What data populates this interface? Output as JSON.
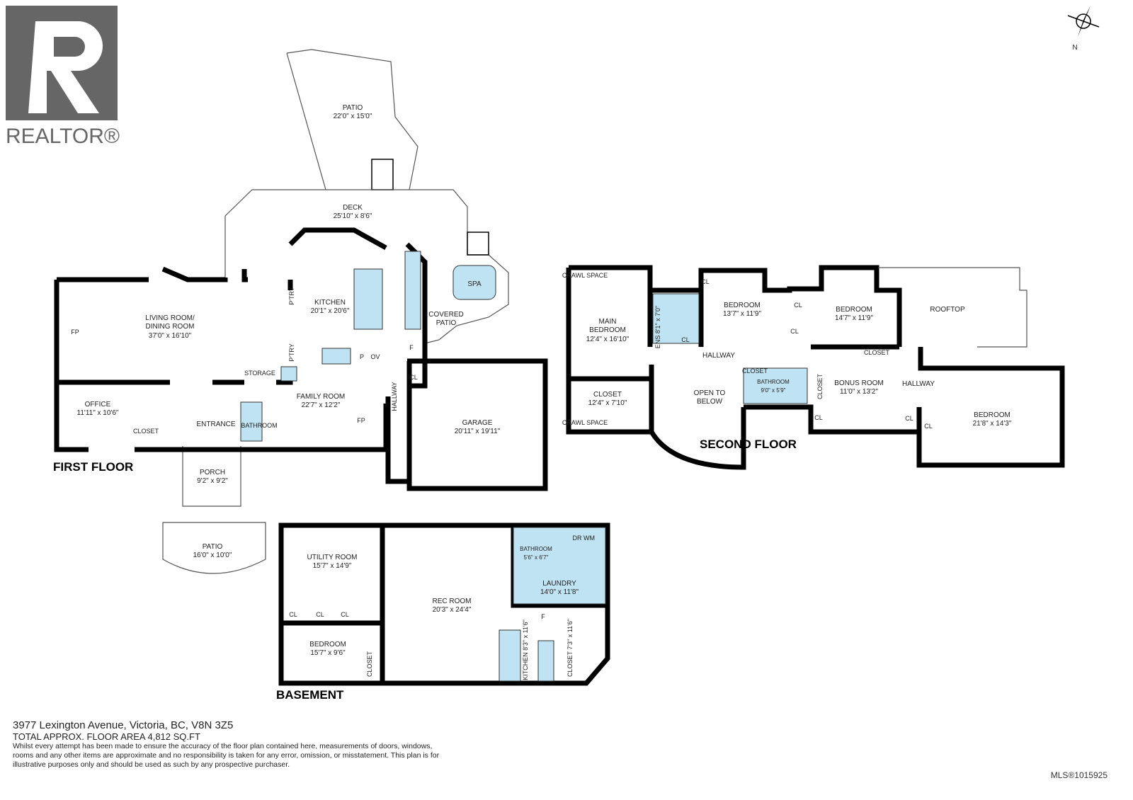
{
  "logo": {
    "text": "REALTOR®",
    "color": "#666666"
  },
  "compass": {
    "label": "N"
  },
  "colors": {
    "wall": "#000000",
    "fixture": "#bfe3f2"
  },
  "floors": {
    "first": "FIRST FLOOR",
    "second": "SECOND FLOOR",
    "basement": "BASEMENT"
  },
  "rooms": [
    {
      "name": "PATIO",
      "dims": "22'0\" x 15'0\""
    },
    {
      "name": "DECK",
      "dims": "25'10\" x 8'6\""
    },
    {
      "name": "SPA",
      "dims": ""
    },
    {
      "name": "COVERED",
      "dims": "PATIO"
    },
    {
      "name": "KITCHEN",
      "dims": "20'1\" x 20'6\""
    },
    {
      "name": "LIVING ROOM/",
      "dims": "DINING ROOM"
    },
    {
      "name": "37'0\" x 16'10\"",
      "dims": ""
    },
    {
      "name": "OFFICE",
      "dims": "11'11\" x 10'6\""
    },
    {
      "name": "ENTRANCE",
      "dims": ""
    },
    {
      "name": "FAMILY ROOM",
      "dims": "22'7\" x 12'2\""
    },
    {
      "name": "GARAGE",
      "dims": "20'11\" x 19'11\""
    },
    {
      "name": "PORCH",
      "dims": "9'2\" x 9'2\""
    },
    {
      "name": "PATIO",
      "dims": "16'0\" x 10'0\""
    },
    {
      "name": "MAIN",
      "dims": "BEDROOM"
    },
    {
      "name": "12'4\" x 16'10\"",
      "dims": ""
    },
    {
      "name": "BEDROOM",
      "dims": "13'7\" x 11'9\""
    },
    {
      "name": "BEDROOM",
      "dims": "14'7\" x 11'9\""
    },
    {
      "name": "ROOFTOP",
      "dims": ""
    },
    {
      "name": "HALLWAY",
      "dims": ""
    },
    {
      "name": "CLOSET",
      "dims": "12'4\" x 7'10\""
    },
    {
      "name": "OPEN TO",
      "dims": "BELOW"
    },
    {
      "name": "BONUS ROOM",
      "dims": "11'0\" x 13'2\""
    },
    {
      "name": "HALLWAY",
      "dims": ""
    },
    {
      "name": "BEDROOM",
      "dims": "21'8\" x 14'3\""
    },
    {
      "name": "UTILITY ROOM",
      "dims": "15'7\" x 14'9\""
    },
    {
      "name": "REC ROOM",
      "dims": "20'3\" x 24'4\""
    },
    {
      "name": "LAUNDRY",
      "dims": "14'0\" x 11'8\""
    },
    {
      "name": "BEDROOM",
      "dims": "15'7\" x 9'6\""
    },
    {
      "name": "BATHROOM",
      "dims": "5'6\" x 6'7\""
    },
    {
      "name": "BATHROOM",
      "dims": "9'0\" x 5'9\""
    }
  ],
  "small_labels": [
    "FP",
    "P'TRY",
    "P'TRY",
    "P",
    "OV",
    "F",
    "CL",
    "STORAGE",
    "CLOSET",
    "BATHROOM",
    "FP",
    "HALLWAY",
    "CRAWL SPACE",
    "CRAWL SPACE",
    "CL",
    "CL",
    "CL",
    "CL",
    "ENS 8'1\" x 7'0\"",
    "CLOSET",
    "CLOSET",
    "CLOSET",
    "CL",
    "CL",
    "CL",
    "CL",
    "CL",
    "CL",
    "DR",
    "WM",
    "F",
    "KITCHEN 8'3\" x 11'6\"",
    "CLOSET 7'3\" x 11'6\"",
    "CLOSET"
  ],
  "footer": {
    "address": "3977 Lexington Avenue, Victoria, BC, V8N 3Z5",
    "area": "TOTAL APPROX. FLOOR AREA 4,812 SQ.FT",
    "disclaimer": "Whilst every attempt has been made to ensure the accuracy of the floor plan contained here, measurements of doors, windows, rooms and any other items are approximate and no responsibility is taken for any error, omission, or misstatement. This plan is for illustrative purposes only and should be used as such by any prospective purchaser."
  },
  "mls": "MLS®1015925"
}
